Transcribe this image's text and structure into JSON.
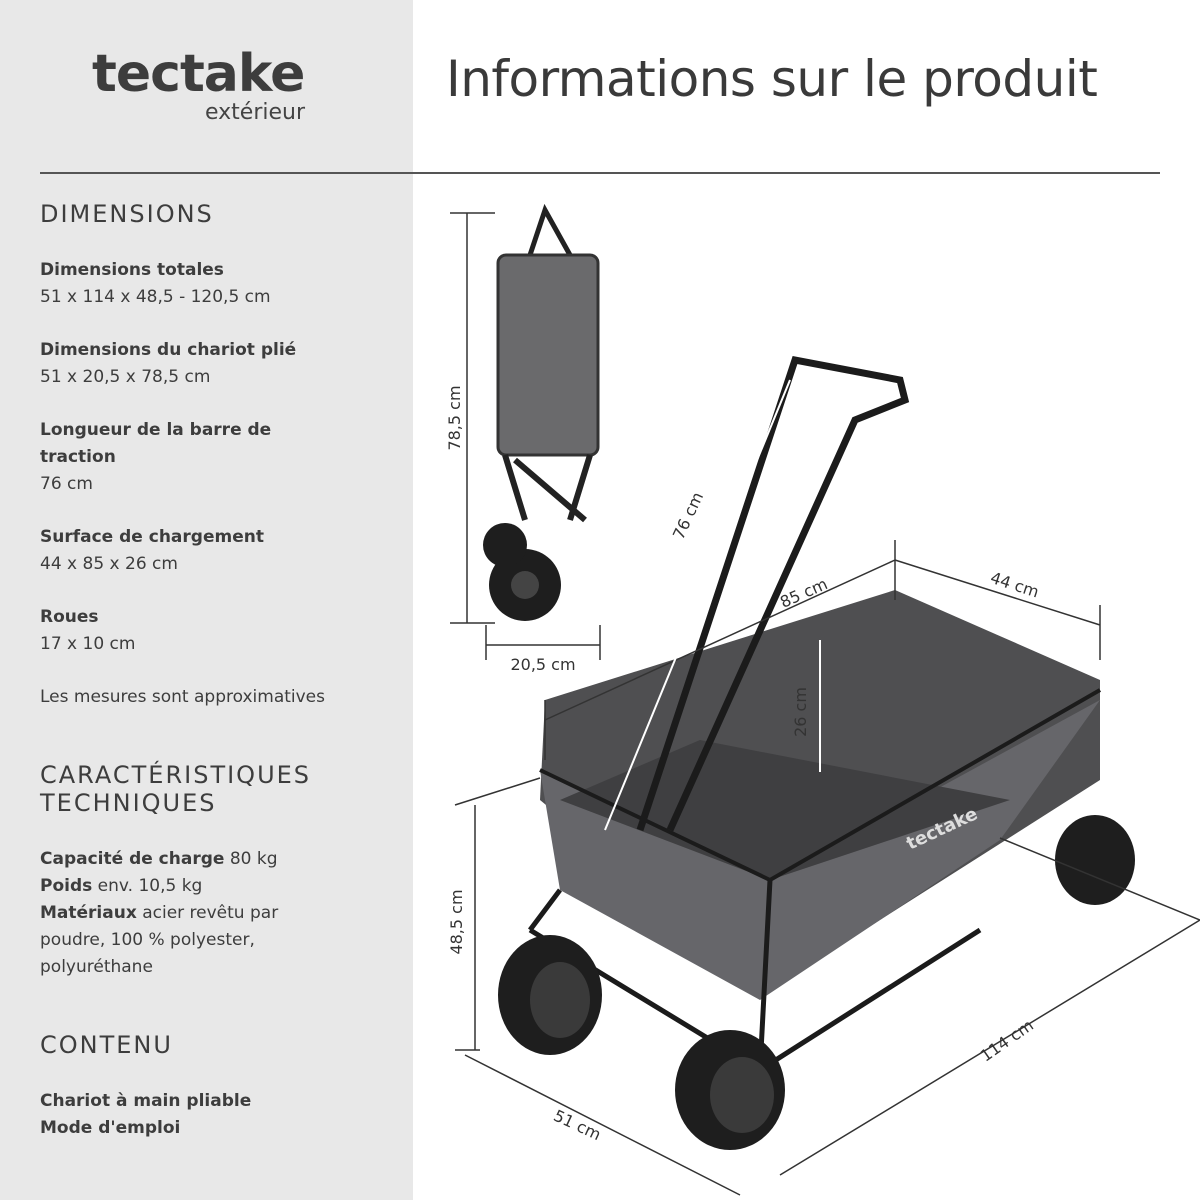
{
  "brand": {
    "name": "tectake",
    "subtitle": "extérieur"
  },
  "title": "Informations sur le produit",
  "dimensions": {
    "heading": "DIMENSIONS",
    "items": [
      {
        "label": "Dimensions totales",
        "value": "51 x 114 x 48,5 - 120,5 cm"
      },
      {
        "label": "Dimensions du chariot plié",
        "value": "51 x 20,5 x 78,5 cm"
      },
      {
        "label": "Longueur de la barre de traction",
        "value": "76 cm"
      },
      {
        "label": "Surface de chargement",
        "value": "44 x 85 x 26 cm"
      },
      {
        "label": "Roues",
        "value": "17 x 10 cm"
      }
    ],
    "note": "Les mesures sont approximatives"
  },
  "specs": {
    "heading": "CARACTÉRISTIQUES TECHNIQUES",
    "items": [
      {
        "label": "Capacité de charge",
        "value": "80 kg"
      },
      {
        "label": "Poids",
        "value": "env. 10,5 kg"
      },
      {
        "label": "Matériaux",
        "value": "acier revêtu par poudre, 100 % polyester, polyuréthane"
      }
    ]
  },
  "contents": {
    "heading": "CONTENU",
    "items": [
      "Chariot à main pliable",
      "Mode d'emploi"
    ]
  },
  "diagram": {
    "folded_height": "78,5 cm",
    "folded_depth": "20,5 cm",
    "handle": "76 cm",
    "length_top": "85 cm",
    "width_top": "44 cm",
    "depth": "26 cm",
    "height": "48,5 cm",
    "length": "114 cm",
    "width": "51 cm",
    "wagon_logo": "tectake"
  },
  "colors": {
    "panel": "#e8e8e8",
    "text": "#3d3d3d",
    "fabric": "#5f5f61",
    "frame": "#1b1b1b"
  }
}
